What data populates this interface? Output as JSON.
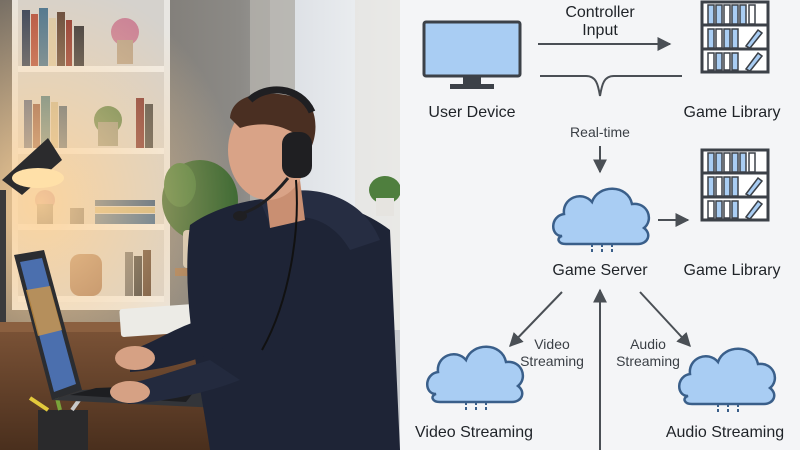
{
  "diagram": {
    "nodes": {
      "user_device": "User Device",
      "game_library_top": "Game Library",
      "game_server": "Game Server",
      "game_library_mid": "Game Library",
      "video_streaming": "Video Streaming",
      "audio_streaming": "Audio Streaming"
    },
    "edges": {
      "controller_input_line1": "Controller",
      "controller_input_line2": "Input",
      "realtime": "Real-time",
      "video_line1": "Video",
      "video_line2": "Streaming",
      "audio_line1": "Audio",
      "audio_line2": "Streaming"
    }
  },
  "colors": {
    "cloud_fill": "#a9cdf3",
    "cloud_stroke": "#3a5f8a",
    "monitor_fill": "#a9cdf3",
    "arrow": "#4a4f55"
  }
}
